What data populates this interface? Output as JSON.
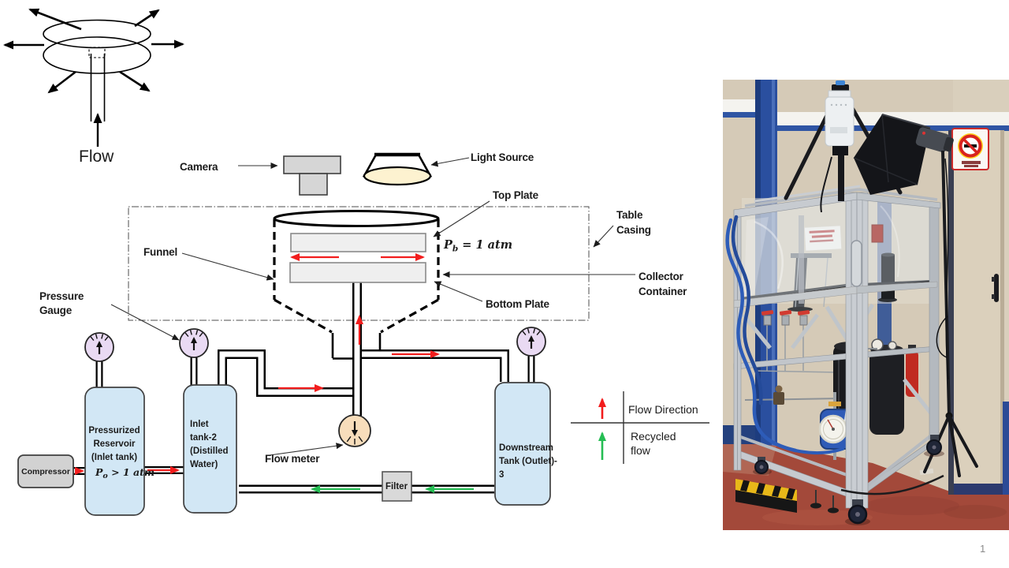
{
  "slide": {
    "page_number": "1"
  },
  "inset": {
    "flow": "Flow"
  },
  "schematic": {
    "labels": {
      "camera": "Camera",
      "light_source": "Light Source",
      "top_plate": "Top Plate",
      "bottom_plate": "Bottom Plate",
      "table_casing_1": "Table",
      "table_casing_2": "Casing",
      "collector_1": "Collector",
      "collector_2": "Container",
      "funnel": "Funnel",
      "pressure_gauge_1": "Pressure",
      "pressure_gauge_2": "Gauge",
      "flow_meter": "Flow meter",
      "filter": "Filter",
      "compressor": "Compressor"
    },
    "eq_pb": {
      "lhs": "P",
      "sub": "b",
      "rhs": " = 1 atm"
    },
    "eq_po": {
      "lhs": "P",
      "sub": "o",
      "rhs": " > 1 atm"
    },
    "tank1_lines": [
      "Pressurized",
      "Reservoir",
      "(Inlet tank)"
    ],
    "tank2_lines": [
      "Inlet",
      "tank-2",
      "(Distilled",
      "Water)"
    ],
    "tank3_lines": [
      "Downstream",
      "Tank (Outlet)-",
      "3"
    ],
    "legend": {
      "flow_direction": "Flow Direction",
      "recycled_1": "Recycled",
      "recycled_2": "flow"
    },
    "colors": {
      "flow_arrow": "#f21d1d",
      "recycled_arrow": "#25bd53",
      "tank_fill": "#d2e7f5",
      "gauge_fill": "#e9daf3",
      "flow_meter_fill": "#f7ddbb",
      "light_beam": "#fdf2d0",
      "plate_fill": "#efefef"
    }
  }
}
